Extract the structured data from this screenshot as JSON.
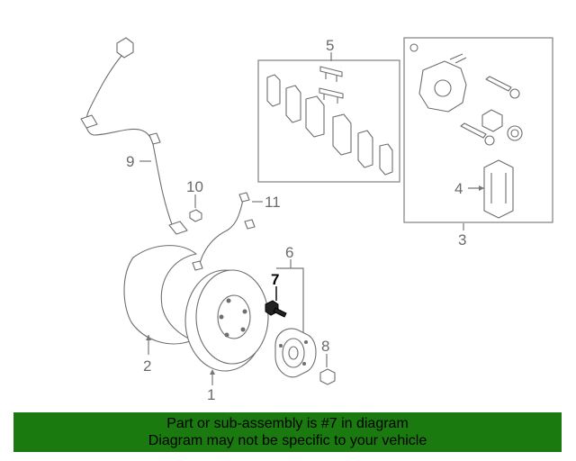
{
  "callouts": {
    "c1": "1",
    "c2": "2",
    "c3": "3",
    "c4": "4",
    "c5": "5",
    "c6": "6",
    "c7": "7",
    "c8": "8",
    "c9": "9",
    "c10": "10",
    "c11": "11"
  },
  "highlight_color": "#000000",
  "banner": {
    "line1": "Part or sub-assembly is #7 in diagram",
    "line2": "Diagram may not be specific to your vehicle",
    "background": "#1a7a10"
  }
}
